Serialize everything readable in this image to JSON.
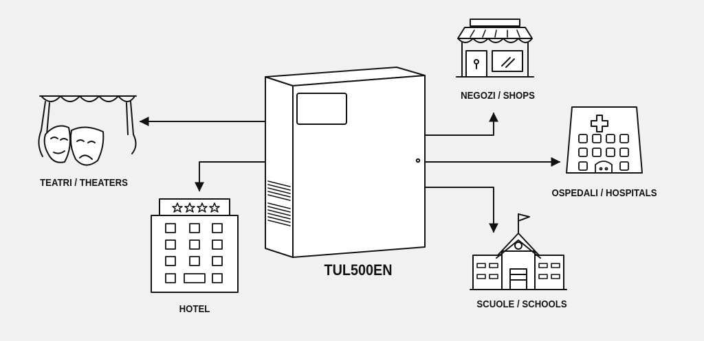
{
  "device": {
    "name": "TUL500EN"
  },
  "destinations": {
    "theaters": "TEATRI / THEATERS",
    "hotel": "HOTEL",
    "shops": "NEGOZI / SHOPS",
    "hospitals": "OSPEDALI / HOSPITALS",
    "schools": "SCUOLE / SCHOOLS"
  }
}
